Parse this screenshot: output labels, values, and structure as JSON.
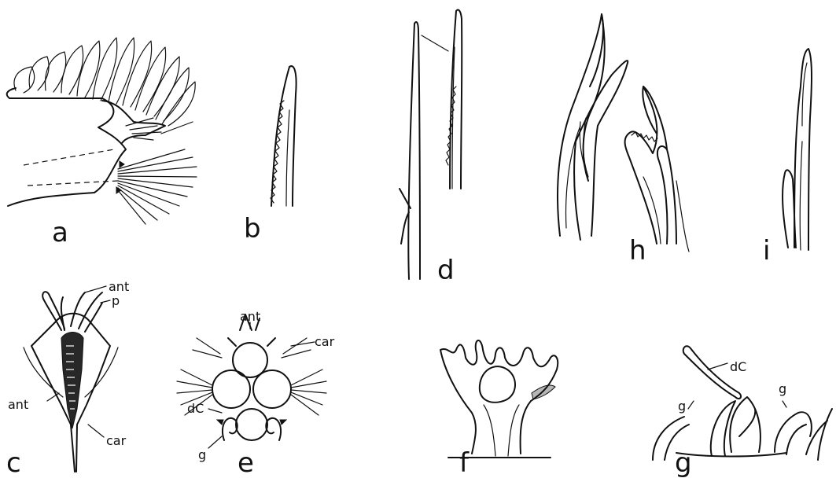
{
  "panels": {
    "a": {
      "label": "a"
    },
    "b": {
      "label": "b"
    },
    "c": {
      "label": "c",
      "callouts": {
        "ant_top": "ant",
        "p": "p",
        "ant_left": "ant",
        "car": "car"
      }
    },
    "d": {
      "label": "d"
    },
    "e": {
      "label": "e",
      "callouts": {
        "ant": "ant",
        "car": "car",
        "dC": "dC",
        "g": "g"
      }
    },
    "f": {
      "label": "f"
    },
    "g": {
      "label": "g",
      "callouts": {
        "dC": "dC",
        "g_left": "g",
        "g_right": "g"
      }
    },
    "h": {
      "label": "h"
    },
    "i": {
      "label": "i"
    }
  },
  "colors": {
    "ink": "#111111",
    "paper": "#ffffff"
  }
}
